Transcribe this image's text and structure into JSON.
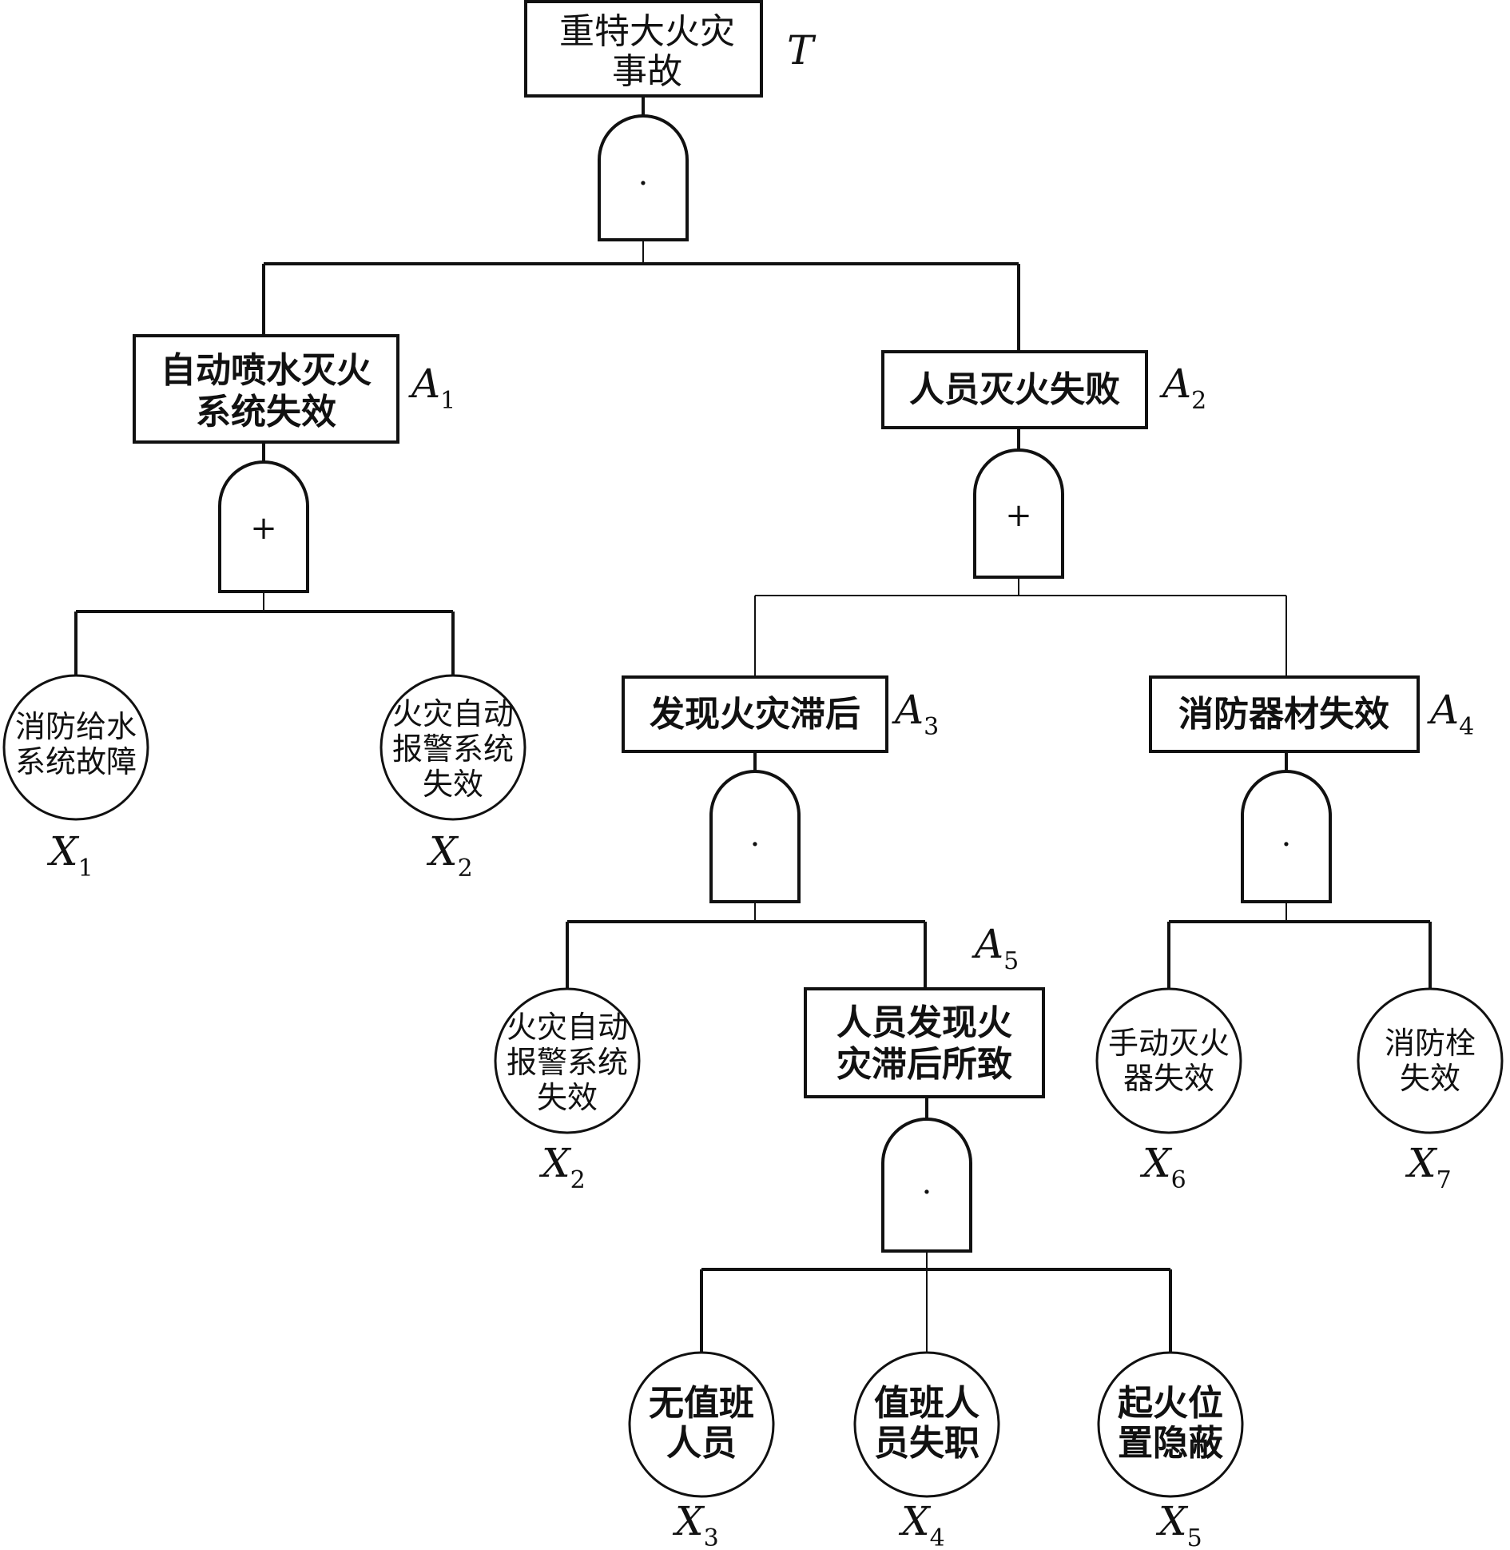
{
  "events": {
    "T": {
      "lines": [
        "重特大火灾",
        "事故"
      ],
      "symbol": "T",
      "subscript": ""
    },
    "A1": {
      "lines": [
        "自动喷水灭火",
        "系统失效"
      ],
      "symbol": "A",
      "subscript": "1"
    },
    "A2": {
      "lines": [
        "人员灭火失败"
      ],
      "symbol": "A",
      "subscript": "2"
    },
    "A3": {
      "lines": [
        "发现火灾滞后"
      ],
      "symbol": "A",
      "subscript": "3"
    },
    "A4": {
      "lines": [
        "消防器材失效"
      ],
      "symbol": "A",
      "subscript": "4"
    },
    "A5": {
      "lines": [
        "人员发现火",
        "灾滞后所致"
      ],
      "symbol": "A",
      "subscript": "5"
    }
  },
  "basic_events": {
    "X1": {
      "lines": [
        "消防给水",
        "系统故障"
      ],
      "symbol": "X",
      "subscript": "1"
    },
    "X2a": {
      "lines": [
        "火灾自动",
        "报警系统",
        "失效"
      ],
      "symbol": "X",
      "subscript": "2"
    },
    "X2b": {
      "lines": [
        "火灾自动",
        "报警系统",
        "失效"
      ],
      "symbol": "X",
      "subscript": "2"
    },
    "X3": {
      "lines": [
        "无值班",
        "人员"
      ],
      "symbol": "X",
      "subscript": "3"
    },
    "X4": {
      "lines": [
        "值班人",
        "员失职"
      ],
      "symbol": "X",
      "subscript": "4"
    },
    "X5": {
      "lines": [
        "起火位",
        "置隐蔽"
      ],
      "symbol": "X",
      "subscript": "5"
    },
    "X6": {
      "lines": [
        "手动灭火",
        "器失效"
      ],
      "symbol": "X",
      "subscript": "6"
    },
    "X7": {
      "lines": [
        "消防栓",
        "失效"
      ],
      "symbol": "X",
      "subscript": "7"
    }
  },
  "gates": {
    "G_T": {
      "symbol": "·"
    },
    "G_A1": {
      "symbol": "+"
    },
    "G_A2": {
      "symbol": "+"
    },
    "G_A3": {
      "symbol": "·"
    },
    "G_A4": {
      "symbol": "·"
    },
    "G_A5": {
      "symbol": "·"
    }
  }
}
